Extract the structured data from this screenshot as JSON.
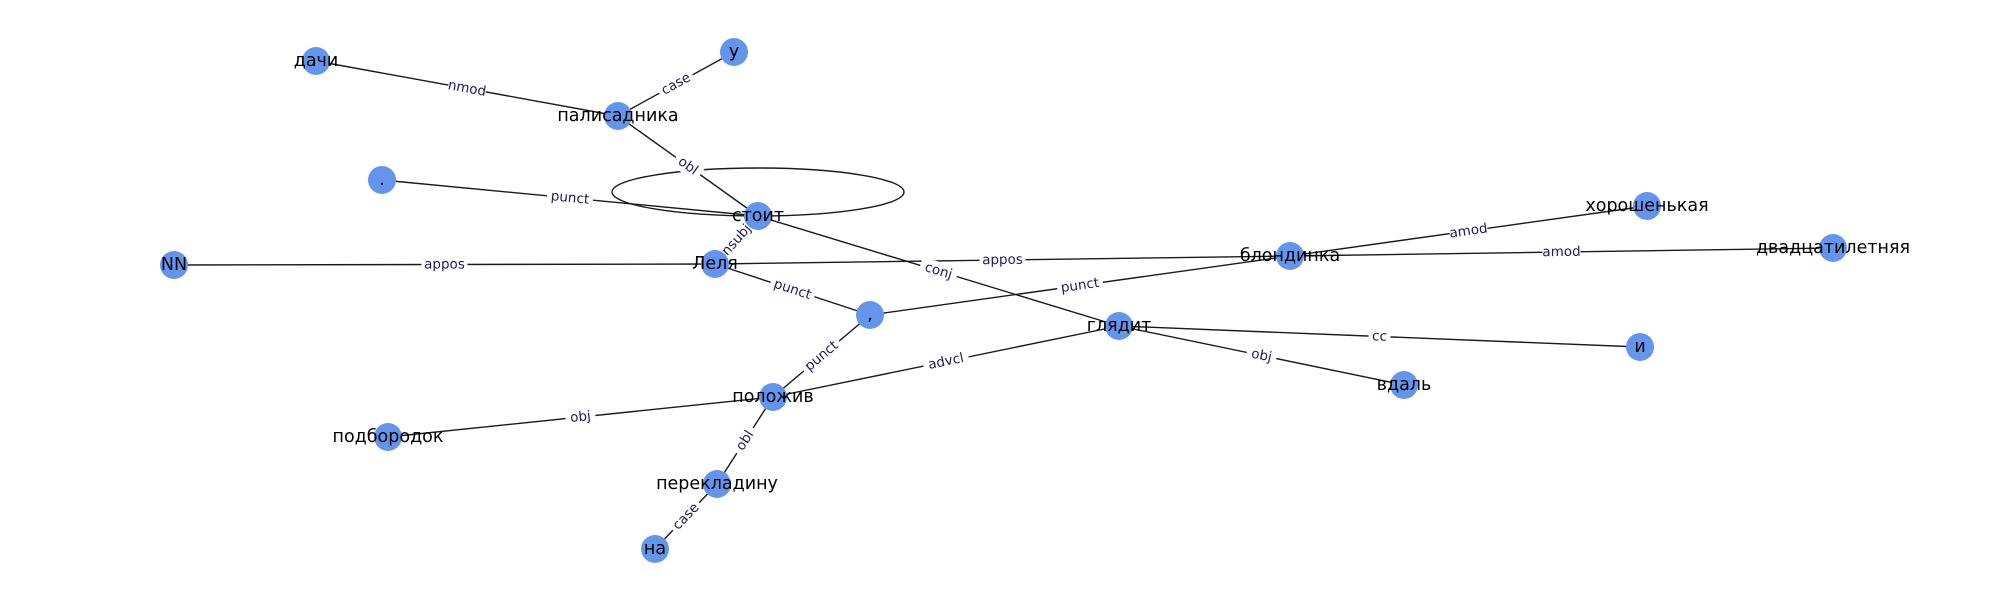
{
  "colors": {
    "node": "#6495ED",
    "edge": "#1a1a1a",
    "edge_label": "#1a1a5e"
  },
  "nodes": [
    {
      "id": "dachi",
      "label": "дачи"
    },
    {
      "id": "u",
      "label": "у"
    },
    {
      "id": "palisadnika",
      "label": "палисадника"
    },
    {
      "id": "dot",
      "label": "."
    },
    {
      "id": "stoit",
      "label": "стоит"
    },
    {
      "id": "NN",
      "label": "NN"
    },
    {
      "id": "lelya",
      "label": "Леля"
    },
    {
      "id": "comma",
      "label": ","
    },
    {
      "id": "blondinka",
      "label": "блондинка"
    },
    {
      "id": "khoroshenkaya",
      "label": "хорошенькая"
    },
    {
      "id": "dvadtsatiletnyaya",
      "label": "двадцатилетняя"
    },
    {
      "id": "glyadit",
      "label": "глядит"
    },
    {
      "id": "i",
      "label": "и"
    },
    {
      "id": "vdal",
      "label": "вдаль"
    },
    {
      "id": "polozhiv",
      "label": "положив"
    },
    {
      "id": "podborodok",
      "label": "подбородок"
    },
    {
      "id": "perekladinu",
      "label": "перекладину"
    },
    {
      "id": "na",
      "label": "на"
    }
  ],
  "edges": [
    {
      "source": "dachi",
      "target": "palisadnika",
      "label": "nmod"
    },
    {
      "source": "u",
      "target": "palisadnika",
      "label": "case"
    },
    {
      "source": "palisadnika",
      "target": "stoit",
      "label": "obl"
    },
    {
      "source": "dot",
      "target": "stoit",
      "label": "punct"
    },
    {
      "source": "stoit",
      "target": "lelya",
      "label": "nsubj"
    },
    {
      "source": "stoit",
      "target": "glyadit",
      "label": "conj"
    },
    {
      "source": "stoit",
      "target": "stoit",
      "label": ""
    },
    {
      "source": "NN",
      "target": "lelya",
      "label": "appos"
    },
    {
      "source": "lelya",
      "target": "blondinka",
      "label": "appos"
    },
    {
      "source": "lelya",
      "target": "comma",
      "label": "punct"
    },
    {
      "source": "comma",
      "target": "blondinka",
      "label": "punct"
    },
    {
      "source": "comma",
      "target": "polozhiv",
      "label": "punct"
    },
    {
      "source": "blondinka",
      "target": "khoroshenkaya",
      "label": "amod"
    },
    {
      "source": "blondinka",
      "target": "dvadtsatiletnyaya",
      "label": "amod"
    },
    {
      "source": "glyadit",
      "target": "i",
      "label": "cc"
    },
    {
      "source": "glyadit",
      "target": "vdal",
      "label": "obj"
    },
    {
      "source": "glyadit",
      "target": "polozhiv",
      "label": "advcl"
    },
    {
      "source": "polozhiv",
      "target": "podborodok",
      "label": "obj"
    },
    {
      "source": "polozhiv",
      "target": "perekladinu",
      "label": "obl"
    },
    {
      "source": "perekladinu",
      "target": "na",
      "label": "case"
    }
  ]
}
